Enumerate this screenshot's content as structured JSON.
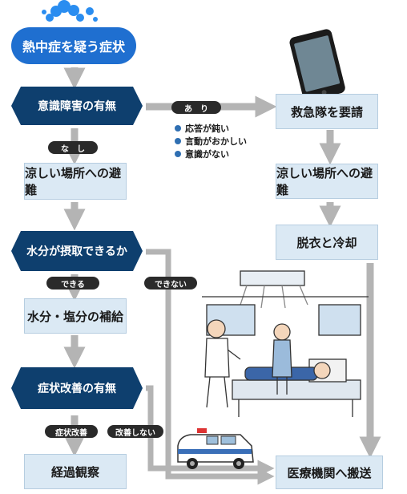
{
  "title": "熱中症を疑う症状",
  "nodes": {
    "consciousness": "意識障害の有無",
    "cool_place_left": "涼しい場所への避難",
    "can_drink": "水分が摂取できるか",
    "hydrate": "水分・塩分の補給",
    "improvement": "症状改善の有無",
    "observe": "経過観察",
    "call_ambulance": "救急隊を要請",
    "cool_place_right": "涼しい場所への避難",
    "undress_cool": "脱衣と冷却",
    "transport": "医療機関へ搬送"
  },
  "labels": {
    "yes": "あ　り",
    "no": "な　し",
    "can": "できる",
    "cannot": "できない",
    "improved": "症状改善",
    "not_improved": "改善しない"
  },
  "symptoms": [
    "応答が鈍い",
    "言動がおかしい",
    "意識がない"
  ],
  "colors": {
    "navy": "#0e3f6e",
    "title_blue": "#1f6fd0",
    "box_fill": "#dbe9f4",
    "arrow_gray": "#b4b4b4",
    "bullet_blue": "#2f6fb2"
  }
}
